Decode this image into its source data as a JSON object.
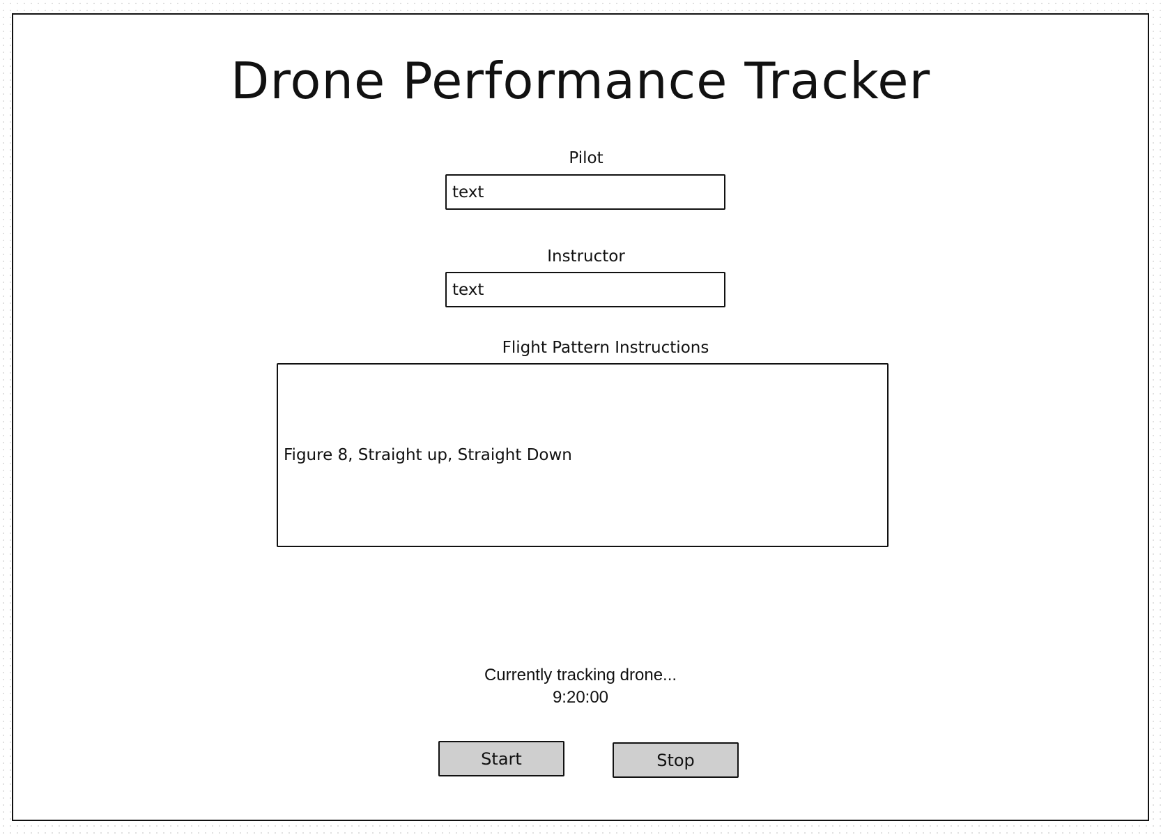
{
  "header": {
    "title": "Drone Performance Tracker"
  },
  "form": {
    "pilot": {
      "label": "Pilot",
      "value": "text"
    },
    "instructor": {
      "label": "Instructor",
      "value": "text"
    },
    "flight_pattern": {
      "label": "Flight Pattern Instructions",
      "value": "Figure 8, Straight up, Straight Down"
    }
  },
  "status": {
    "message": "Currently tracking drone...",
    "time": "9:20:00"
  },
  "controls": {
    "start_label": "Start",
    "stop_label": "Stop"
  }
}
